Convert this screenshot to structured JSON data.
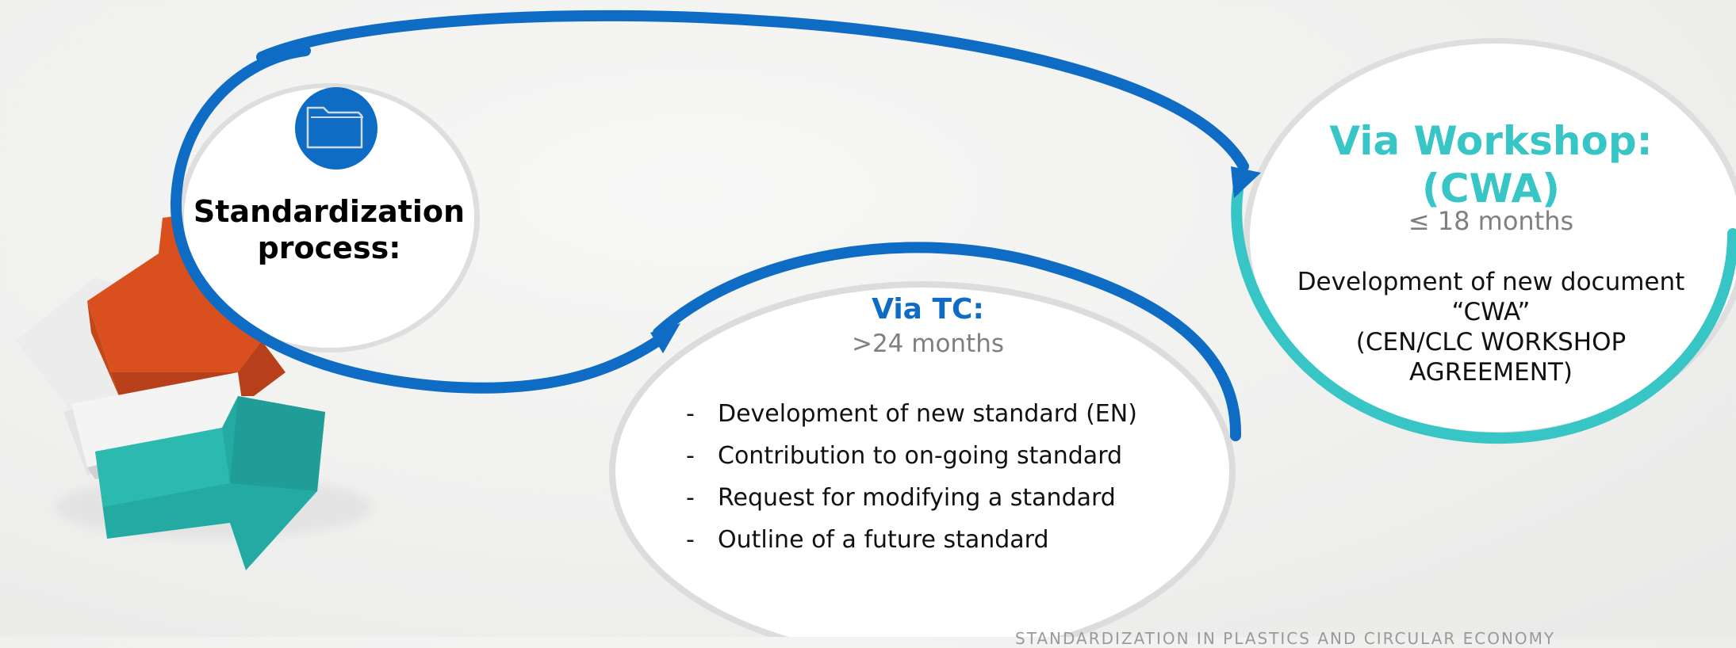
{
  "start": {
    "icon": "folder-icon",
    "title_line1": "Standardization",
    "title_line2": "process:"
  },
  "via_tc": {
    "title": "Via TC:",
    "duration": ">24 months",
    "items": [
      "Development of new standard (EN)",
      "Contribution to on-going standard",
      "Request for modifying a standard",
      "Outline of a future standard"
    ]
  },
  "via_workshop": {
    "title_line1": "Via Workshop:",
    "title_line2": "(CWA)",
    "duration": "≤ 18 months",
    "desc_line1": "Development of new document",
    "desc_line2": "“CWA”",
    "desc_line3": "(CEN/CLC WORKSHOP",
    "desc_line4": "AGREEMENT)"
  },
  "footer": "STANDARDIZATION IN PLASTICS AND CIRCULAR ECONOMY",
  "colors": {
    "blue": "#0e6cc4",
    "teal": "#38c5c5",
    "orange": "#d9501e"
  }
}
